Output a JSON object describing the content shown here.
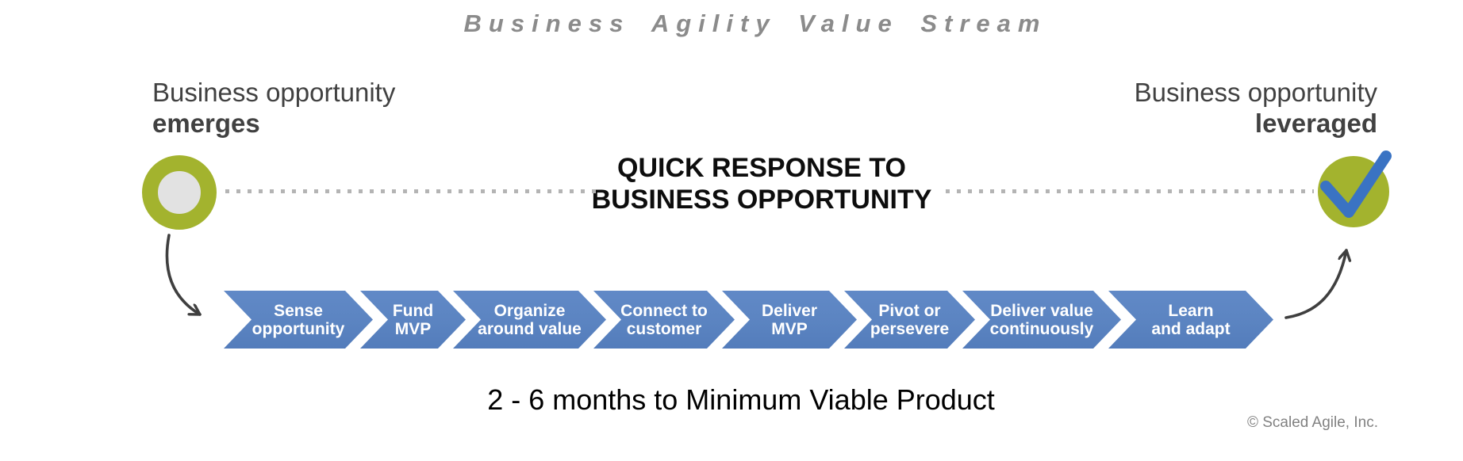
{
  "title": "Business Agility Value Stream",
  "left_label": {
    "line1": "Business opportunity",
    "line2": "emerges"
  },
  "right_label": {
    "line1": "Business opportunity",
    "line2": "leveraged"
  },
  "center_label": {
    "line1": "QUICK RESPONSE TO",
    "line2": "BUSINESS OPPORTUNITY"
  },
  "steps": [
    {
      "line1": "Sense",
      "line2": "opportunity"
    },
    {
      "line1": "Fund",
      "line2": "MVP"
    },
    {
      "line1": "Organize",
      "line2": "around value"
    },
    {
      "line1": "Connect to",
      "line2": "customer"
    },
    {
      "line1": "Deliver",
      "line2": "MVP"
    },
    {
      "line1": "Pivot or",
      "line2": "persevere"
    },
    {
      "line1": "Deliver value",
      "line2": "continuously"
    },
    {
      "line1": "Learn",
      "line2": "and adapt"
    }
  ],
  "footer": {
    "duration": "2 - 6 months to Minimum Viable Product",
    "copyright": "© Scaled Agile, Inc."
  },
  "icons": {
    "start": "ring-circle-icon",
    "end": "checkmark-icon",
    "flow": "curved-arrow-icon"
  },
  "colors": {
    "chevron_blue": "#5b84c1",
    "accent_green": "#a3b32e",
    "check_blue": "#3a73c3",
    "title_gray": "#8b8b8b",
    "label_gray": "#414141",
    "dot_gray": "#b4b4b4"
  }
}
